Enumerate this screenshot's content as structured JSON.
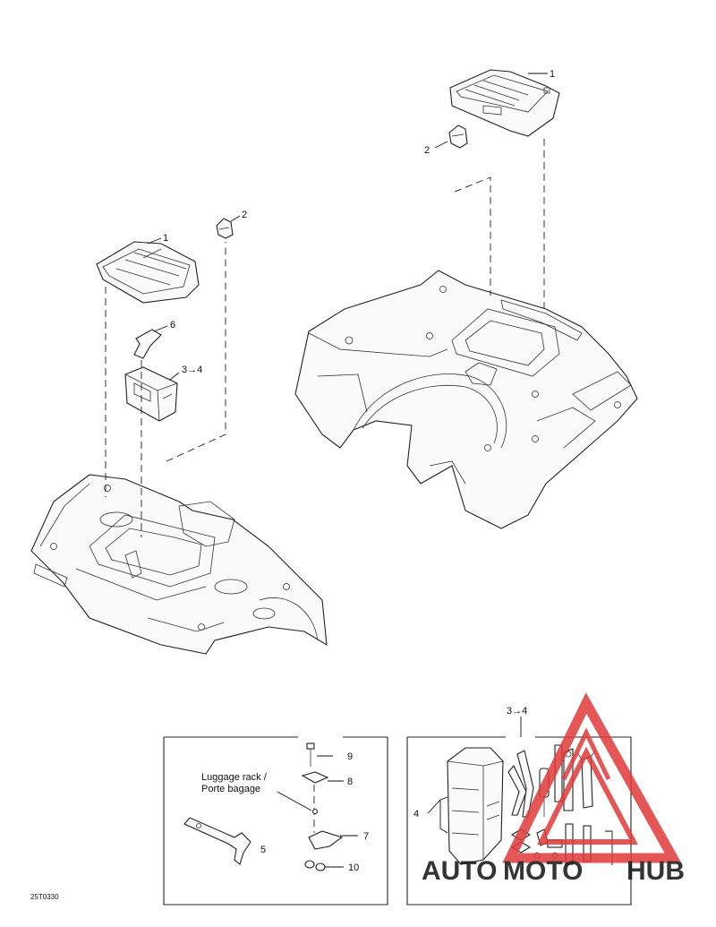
{
  "callouts": {
    "c1_top": "1",
    "c2_top": "2",
    "c2_left": "2",
    "c1_left": "1",
    "c6": "6",
    "c34_left": "3→4",
    "c34_box": "3→4",
    "c4": "4",
    "c5": "5",
    "c7": "7",
    "c8": "8",
    "c9": "9",
    "c10": "10"
  },
  "luggage_label": {
    "line1": "Luggage rack /",
    "line2": "Porte bagage"
  },
  "figure_code": "25T0330",
  "watermark": {
    "part1": "AUTO",
    "part2": "MOTO",
    "part3": "HUB",
    "color_auto": "#f0a833",
    "color_moto": "#e13a3a",
    "color_hub": "#333333"
  }
}
